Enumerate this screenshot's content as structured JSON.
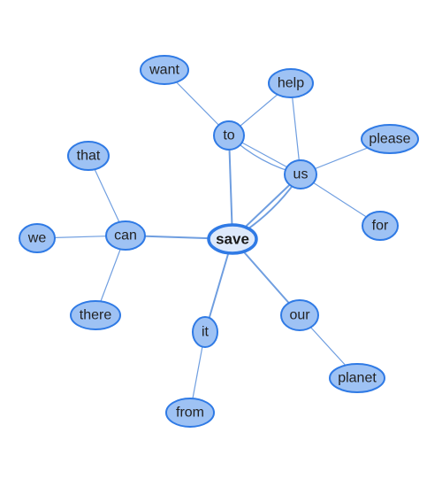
{
  "graph": {
    "center": "save",
    "nodes": {
      "save": "save",
      "to": "to",
      "want": "want",
      "help": "help",
      "us": "us",
      "please": "please",
      "for": "for",
      "can": "can",
      "that": "that",
      "we": "we",
      "there": "there",
      "it": "it",
      "from": "from",
      "our": "our",
      "planet": "planet"
    },
    "edges": [
      [
        "save",
        "to"
      ],
      [
        "save",
        "us"
      ],
      [
        "save",
        "us"
      ],
      [
        "save",
        "can"
      ],
      [
        "save",
        "it"
      ],
      [
        "save",
        "our"
      ],
      [
        "to",
        "want"
      ],
      [
        "to",
        "help"
      ],
      [
        "to",
        "us"
      ],
      [
        "to",
        "us"
      ],
      [
        "help",
        "us"
      ],
      [
        "us",
        "please"
      ],
      [
        "us",
        "for"
      ],
      [
        "can",
        "that"
      ],
      [
        "can",
        "we"
      ],
      [
        "can",
        "there"
      ],
      [
        "it",
        "from"
      ],
      [
        "our",
        "planet"
      ]
    ],
    "colors": {
      "node_fill": "#9ec2f4",
      "node_stroke": "#2f7ae5",
      "edge": "#6f9ee0"
    }
  }
}
